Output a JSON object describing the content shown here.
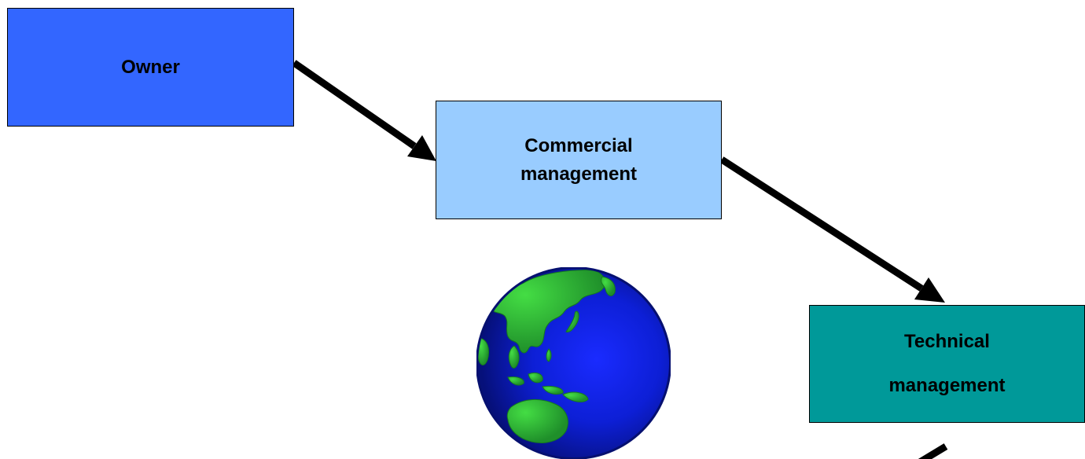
{
  "nodes": {
    "owner": {
      "label": "Owner",
      "fill": "#3366FF"
    },
    "commercial": {
      "label": "Commercial\nmanagement",
      "fill": "#99CCFF"
    },
    "technical": {
      "label": "Technical\nmanagement",
      "fill": "#009999"
    }
  },
  "edges": [
    {
      "from": "owner",
      "to": "commercial"
    },
    {
      "from": "commercial",
      "to": "technical"
    },
    {
      "from": "technical",
      "to": ""
    }
  ],
  "globe": {
    "icon": "globe-icon",
    "ocean_color": "#0A1FE0",
    "land_color": "#33CC33"
  },
  "colors": {
    "arrow": "#000000",
    "border": "#000000"
  }
}
